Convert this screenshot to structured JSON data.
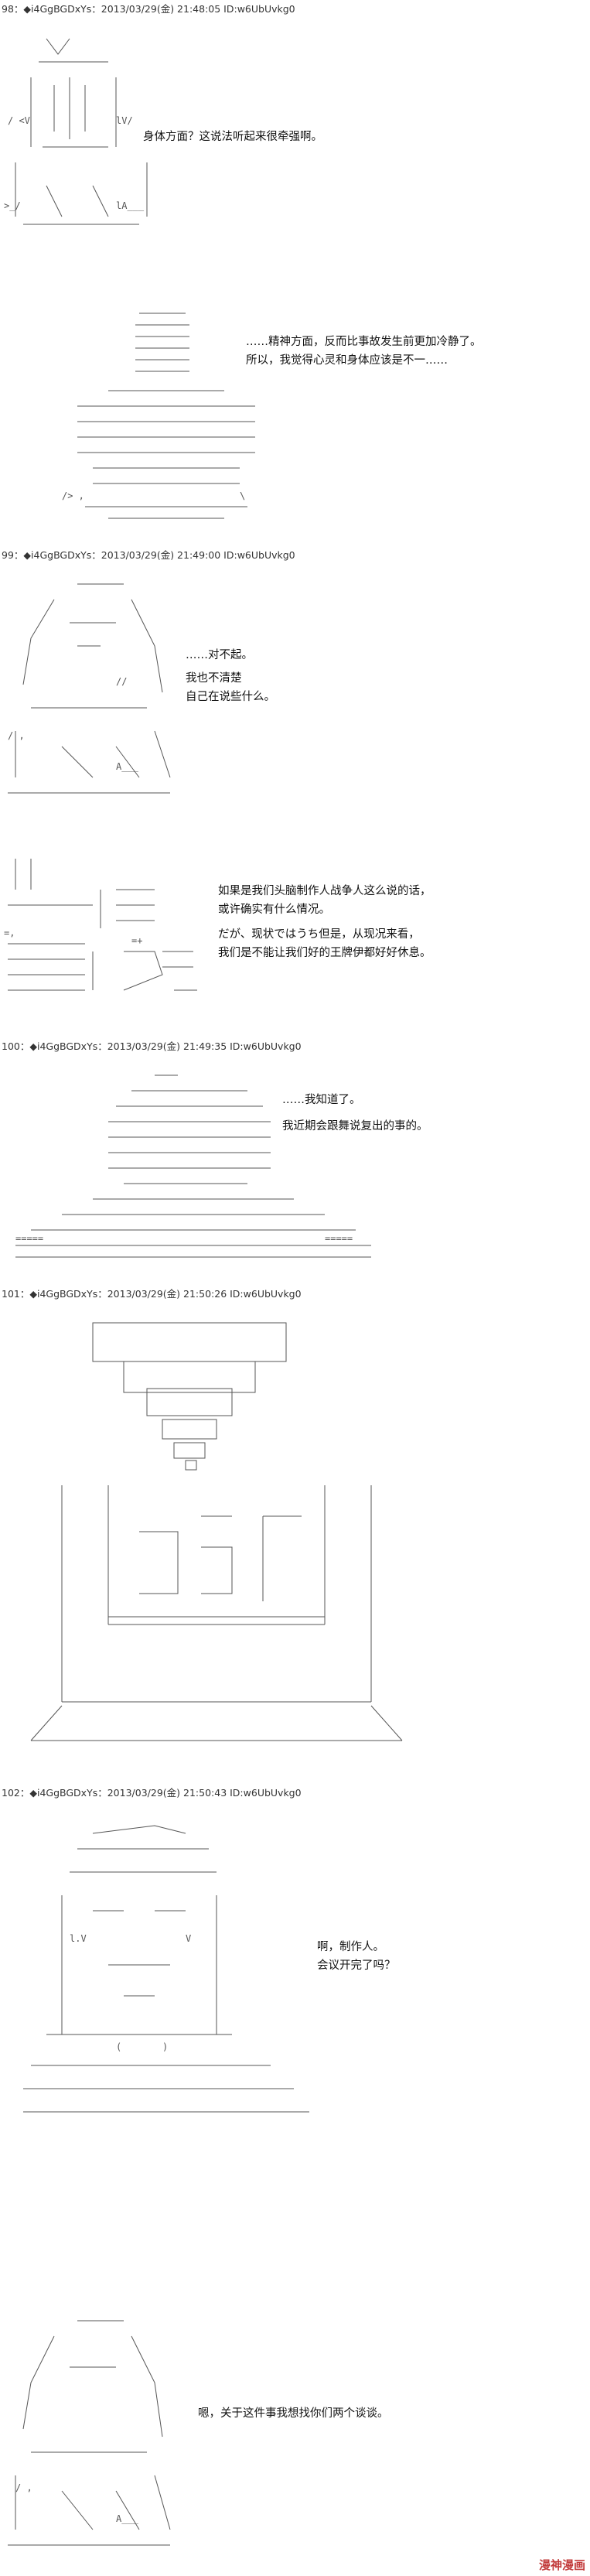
{
  "posts": [
    {
      "header": "98：◆i4GgBGDxYs：2013/03/29(金) 21:48:05 ID:w6UbUvkg0",
      "lines": [
        "身体方面？这说法听起来很牵强啊。"
      ],
      "lines2": [
        "……精神方面，反而比事故发生前更加冷静了。",
        "所以，我觉得心灵和身体应该是不一……"
      ]
    },
    {
      "header": "99：◆i4GgBGDxYs：2013/03/29(金) 21:49:00 ID:w6UbUvkg0",
      "lines": [
        "……对不起。",
        "我也不清楚",
        "自己在说些什么。"
      ],
      "lines2": [
        "如果是我们头脑制作人战争人这么说的话，",
        "或许确实有什么情况。",
        "だが、现状ではうち但是，从现况来看，",
        "我们是不能让我们好的王牌伊都好好休息。"
      ]
    },
    {
      "header": "100：◆i4GgBGDxYs：2013/03/29(金) 21:49:35 ID:w6UbUvkg0",
      "lines": [
        "……我知道了。",
        "我近期会跟舞说复出的事的。"
      ]
    },
    {
      "header": "101：◆i4GgBGDxYs：2013/03/29(金) 21:50:26 ID:w6UbUvkg0",
      "lines": []
    },
    {
      "header": "102：◆i4GgBGDxYs：2013/03/29(金) 21:50:43 ID:w6UbUvkg0",
      "lines": [
        "啊，制作人。",
        "会议开完了吗？"
      ],
      "lines2": [
        "嗯，关于这件事我想找你们两个谈谈。"
      ]
    }
  ],
  "watermark": "漫神漫画"
}
